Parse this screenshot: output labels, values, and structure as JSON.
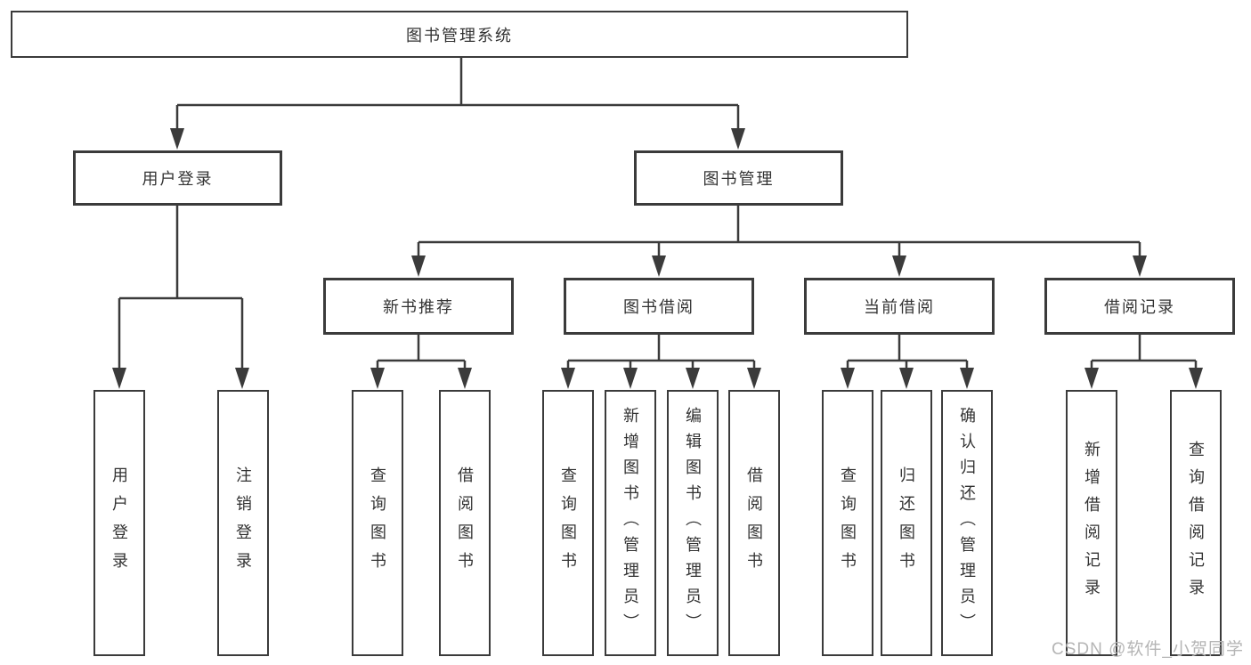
{
  "diagram": {
    "type": "hierarchy-tree",
    "watermark": "CSDN @软件_小贺同学",
    "colors": {
      "line": "#3b3b3b",
      "box_border": "#3b3b3b",
      "box_background": "#ffffff",
      "text": "#333333",
      "watermark_text": "#b5b5b5"
    }
  },
  "tree": {
    "root": {
      "label": "图书管理系统",
      "children": [
        {
          "label": "用户登录",
          "children": [
            {
              "label": "用户登录"
            },
            {
              "label": "注销登录"
            }
          ]
        },
        {
          "label": "图书管理",
          "children": [
            {
              "label": "新书推荐",
              "children": [
                {
                  "label": "查询图书"
                },
                {
                  "label": "借阅图书"
                }
              ]
            },
            {
              "label": "图书借阅",
              "children": [
                {
                  "label": "查询图书"
                },
                {
                  "label": "新增图书（管理员）"
                },
                {
                  "label": "编辑图书（管理员）"
                },
                {
                  "label": "借阅图书"
                }
              ]
            },
            {
              "label": "当前借阅",
              "children": [
                {
                  "label": "查询图书"
                },
                {
                  "label": "归还图书"
                },
                {
                  "label": "确认归还（管理员）"
                }
              ]
            },
            {
              "label": "借阅记录",
              "children": [
                {
                  "label": "新增借阅记录"
                },
                {
                  "label": "查询借阅记录"
                }
              ]
            }
          ]
        }
      ]
    }
  }
}
